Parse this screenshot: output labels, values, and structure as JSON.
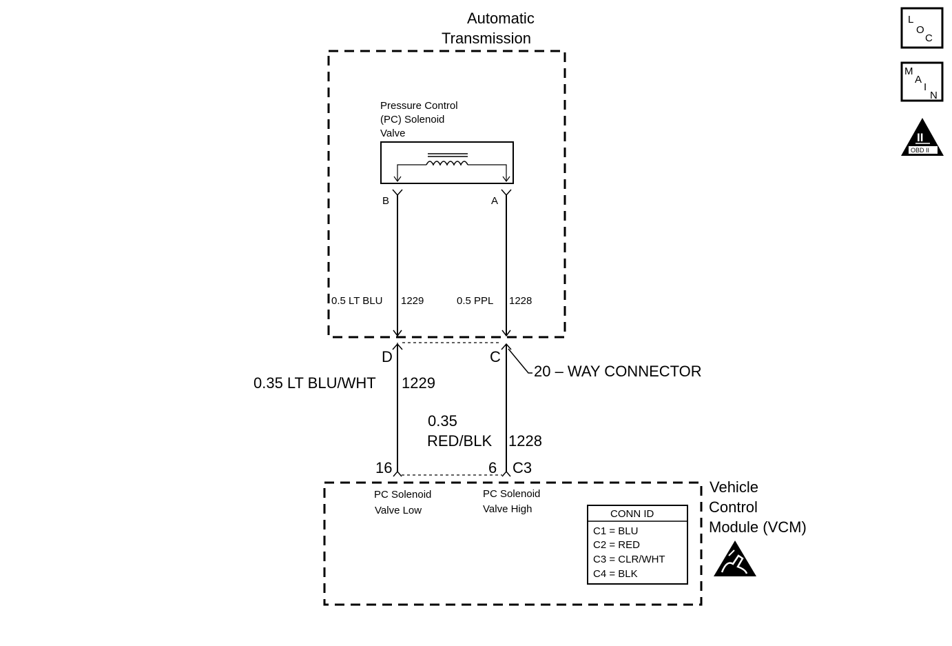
{
  "transmission": {
    "title_line1": "Automatic",
    "title_line2": "Transmission"
  },
  "solenoid": {
    "label_line1": "Pressure Control",
    "label_line2": "(PC) Solenoid",
    "label_line3": "Valve",
    "terminal_b": "B",
    "terminal_a": "A"
  },
  "wires": {
    "upper_left_color": "0.5 LT BLU",
    "upper_left_circuit": "1229",
    "upper_right_color": "0.5 PPL",
    "upper_right_circuit": "1228",
    "lower_left_color": "0.35 LT BLU/WHT",
    "lower_left_circuit": "1229",
    "lower_right_gauge": "0.35",
    "lower_right_color": "RED/BLK",
    "lower_right_circuit": "1228"
  },
  "connector": {
    "pin_d": "D",
    "pin_c": "C",
    "label": "20 – WAY CONNECTOR"
  },
  "vcm": {
    "pin_16": "16",
    "pin_6": "6",
    "connector_id": "C3",
    "pin16_label_line1": "PC Solenoid",
    "pin16_label_line2": "Valve Low",
    "pin6_label_line1": "PC Solenoid",
    "pin6_label_line2": "Valve High",
    "title_line1": "Vehicle",
    "title_line2": "Control",
    "title_line3": "Module (VCM)"
  },
  "conn_id_table": {
    "header": "CONN ID",
    "rows": [
      "C1 = BLU",
      "C2 = RED",
      "C3 = CLR/WHT",
      "C4 = BLK"
    ]
  },
  "side_icons": {
    "loc": {
      "l": "L",
      "o": "O",
      "c": "C"
    },
    "main": {
      "m": "M",
      "a": "A",
      "i": "I",
      "n": "N"
    },
    "obd": {
      "numeral": "II",
      "label": "OBD II"
    }
  },
  "icons": [
    "loc-icon",
    "main-icon",
    "obd-ii-icon",
    "esd-warning-icon",
    "coil-icon"
  ]
}
